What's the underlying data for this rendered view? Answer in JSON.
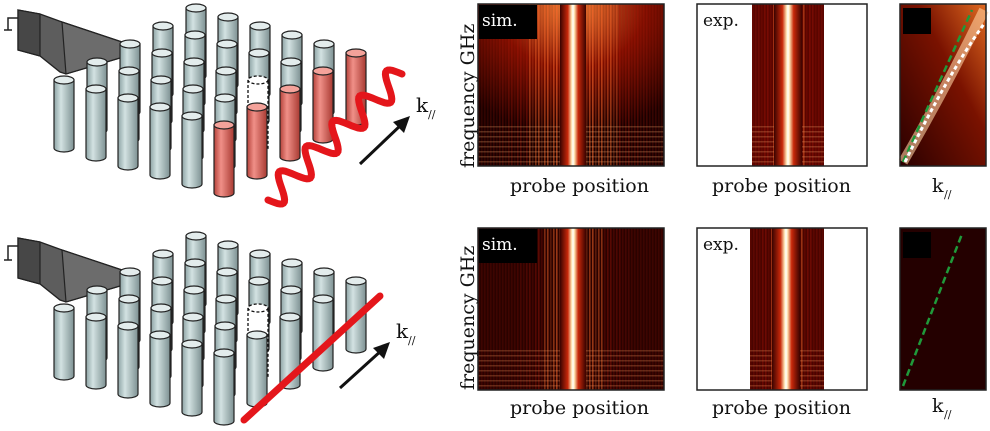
{
  "top_row": {
    "k_label": "k",
    "k_subscript": "//",
    "ylabel": "frequency GHz",
    "panel_sim_tag": "sim.",
    "panel_exp_tag": "exp.",
    "xlabel_sim": "probe position",
    "xlabel_exp": "probe position",
    "xlabel_disp": "k",
    "xlabel_disp_sub": "//"
  },
  "bottom_row": {
    "k_label": "k",
    "k_subscript": "//",
    "ylabel": "frequency GHz",
    "panel_sim_tag": "sim.",
    "panel_exp_tag": "exp.",
    "xlabel_sim": "probe position",
    "xlabel_exp": "probe position",
    "xlabel_disp": "k",
    "xlabel_disp_sub": "//"
  },
  "colors": {
    "rod": "#b9cccd",
    "rod_dark": "#7f9595",
    "rod_red": "#d9685f",
    "wave": "#e4161b",
    "horn": "#5a5a5a",
    "heat_dark": "#1a0000",
    "heat_mid": "#b01808",
    "heat_hot": "#ffe7b0",
    "dispersion_green": "#1f9a3a"
  }
}
